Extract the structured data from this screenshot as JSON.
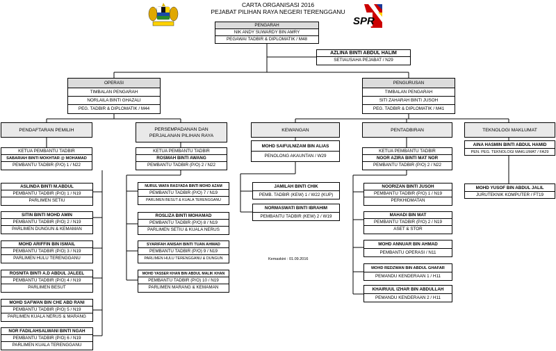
{
  "title_line1": "CARTA ORGANISASI 2016",
  "title_line2": "PEJABAT PILIHAN RAYA NEGERI TERENGGANU",
  "spr_logo_text": "SPR",
  "pengarah": {
    "header": "PENGARAH",
    "name": "NIK ANDY SUWARDY BIN AMRY",
    "grade": "PEGAWAI TADBIR & DIPLOMATIK / M48"
  },
  "setiausaha": {
    "name": "AZLINA BINTI ABDUL HALIM",
    "grade": "SETIAUSAHA PEJABAT / N29"
  },
  "operasi": {
    "header": "OPERASI",
    "title": "TIMBALAN PENGARAH",
    "name": "NORLAILA BINTI GHAZALI",
    "grade": "PEG. TADBIR & DIPLOMATIK / M44"
  },
  "pengurusan": {
    "header": "PENGURUSAN",
    "title": "TIMBALAN PENGARAH",
    "name": "SITI ZAHARAH BINTI JUSOH",
    "grade": "PEG. TADBIR & DIPLOMATIK / M41"
  },
  "depts": {
    "pendaftaran": "PENDAFTARAN PEMILIH",
    "persempadanan": "PERSEMPADANAN DAN PERJALANAN PILIHAN RAYA",
    "kewangan": "KEWANGAN",
    "pentadbiran": "PENTADBIRAN",
    "teknologi": "TEKNOLOGI MAKLUMAT"
  },
  "col1": {
    "head": {
      "title": "KETUA PEMBANTU TADBIR",
      "name": "SABARIAH BINTI MOKHTAR @ MOHAMAD",
      "grade": "PEMBANTU TADBIR (P/O) 1 / N22"
    },
    "items": [
      {
        "name": "ASLINDA BINTI M.ABDUL",
        "grade": "PEMBANTU TADBIR (P/O) 1 / N19",
        "place": "PARLIMEN SETIU"
      },
      {
        "name": "SITIN BINTI MOHD AMIN",
        "grade": "PEMBANTU TADBIR (P/O) 2 / N19",
        "place": "PARLIMEN DUNGUN & KEMAMAN"
      },
      {
        "name": "MOHD ARIFFIN BIN ISMAIL",
        "grade": "PEMBANTU TADBIR (P/O) 3 / N19",
        "place": "PARLIMEN HULU TERENGGANU"
      },
      {
        "name": "ROSNITA BINTI A.D ABDUL JALEEL",
        "grade": "PEMBANTU TADBIR (P/O) 4 / N19",
        "place": "PARLIMEN BESUT"
      },
      {
        "name": "MOHD SAFWAN BIN CHE ABD RANI",
        "grade": "PEMBANTU TADBIR (P/O) 5 / N19",
        "place": "PARLIMEN KUALA NERUS & MARANG"
      },
      {
        "name": "NOR FADILAHSALWANI BINTI NGAH",
        "grade": "PEMBANTU TADBIR (P/O) 6 / N19",
        "place": "PARLIMEN KUALA TERENGGANU"
      }
    ]
  },
  "col2": {
    "head": {
      "title": "KETUA PEMBANTU TADBIR",
      "name": "ROSMAH BINTI AWANG",
      "grade": "PEMBANTU TADBIR (P/O) 2 / N22"
    },
    "items": [
      {
        "name": "NURUL WAFA RASYADA BINTI MOHD AZAM",
        "grade": "PEMBANTU TADBIR (P/O) 7 / N19",
        "place": "PARLIMEN BESUT & KUALA TERENGGANU"
      },
      {
        "name": "ROSLIZA BINTI MOHAMAD",
        "grade": "PEMBANTU TADBIR (P/O) 8 / N19",
        "place": "PARLIMEN SETIU & KUALA NERUS"
      },
      {
        "name": "SYARIFAH ANISAH BINTI TUAN AHMAD",
        "grade": "PEMBANTU TADBIR (P/O) 9 / N19",
        "place": "PARLIMEN HULU TERENGGANU & DUNGUN"
      },
      {
        "name": "MOHD YASSER KHAN BIN ABDUL MALIK KHAN",
        "grade": "PEMBANTU TADBIR (P/O) 10 / N19",
        "place": "PARLIMEN MARANG & KEMAMAN"
      }
    ]
  },
  "col3": {
    "head": {
      "name": "MOHD SAIFULNIZAM BIN ALIAS",
      "grade": "PENOLONG AKAUNTAN / W29"
    },
    "items": [
      {
        "name": "JAMILAH BINTI CHIK",
        "grade": "PEMB. TADBIR (KEW) 1 / W22 (KUP)"
      },
      {
        "name": "NORMASWATI BINTI IBRAHIM",
        "grade": "PEMBANTU TADBIR (KEW) 2 / W19"
      }
    ]
  },
  "col4": {
    "head": {
      "title": "KETUA PEMBANTU TADBIR",
      "name": "NOOR AZIRA BINTI MAT NOR",
      "grade": "PEMBANTU TADBIR (P/O) 2 / N22"
    },
    "items": [
      {
        "name": "NOORIZAN BINTI JUSOH",
        "grade": "PEMBANTU TADBIR (P/O) 1 / N19",
        "place": "PERKHIDMATAN"
      },
      {
        "name": "MAHADI BIN MAT",
        "grade": "PEMBANTU TADBIR (P/O) 2 / N19",
        "place": "ASET & STOR"
      },
      {
        "name": "MOHD ANNUAR BIN AHMAD",
        "grade": "PEMBANTU OPERASI / N11"
      },
      {
        "name": "MOHD REDZWAN BIN ABDUL GHAFAR",
        "grade": "PEMANDU KENDERAAN 1 / H11"
      },
      {
        "name": "KHAIRUUL IZHAR BIN ABDULLAH",
        "grade": "PEMANDU KENDERAAN 2 / H11"
      }
    ]
  },
  "col5": {
    "head": {
      "name": "AINA HASMIN BINTI ABDUL HAMID",
      "grade": "PEN. PEG. TEKNOLOGI MAKLUMAT / FA29"
    },
    "items": [
      {
        "name": "MOHD YUSOF BIN ABDUL JALIL",
        "grade": "JURUTEKNIK KOMPUTER / FT19"
      }
    ]
  },
  "kemaskini": "Kemaskini : 01.09.2016"
}
